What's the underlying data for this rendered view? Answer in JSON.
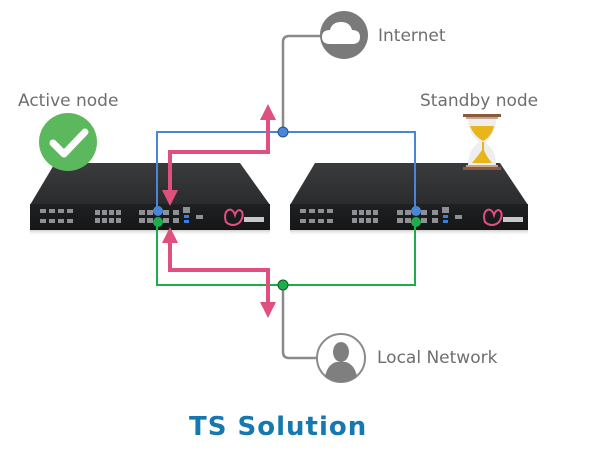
{
  "labels": {
    "active_node": "Active node",
    "standby_node": "Standby node",
    "internet": "Internet",
    "local_network": "Local Network"
  },
  "brand": "TS Solution",
  "icons": {
    "active_status": "checkmark-circle-icon",
    "standby_status": "hourglass-icon",
    "internet": "cloud-icon",
    "local_network": "user-icon"
  },
  "colors": {
    "internet_link": "#4a86d8",
    "lan_link": "#1cae4a",
    "traffic_flow": "#e0507e",
    "uplink": "#8a8a8a",
    "check_green": "#5cb85c",
    "hourglass_sand": "#e8b51a",
    "hourglass_frame": "#8a5a3c",
    "brand": "#1578b0"
  }
}
